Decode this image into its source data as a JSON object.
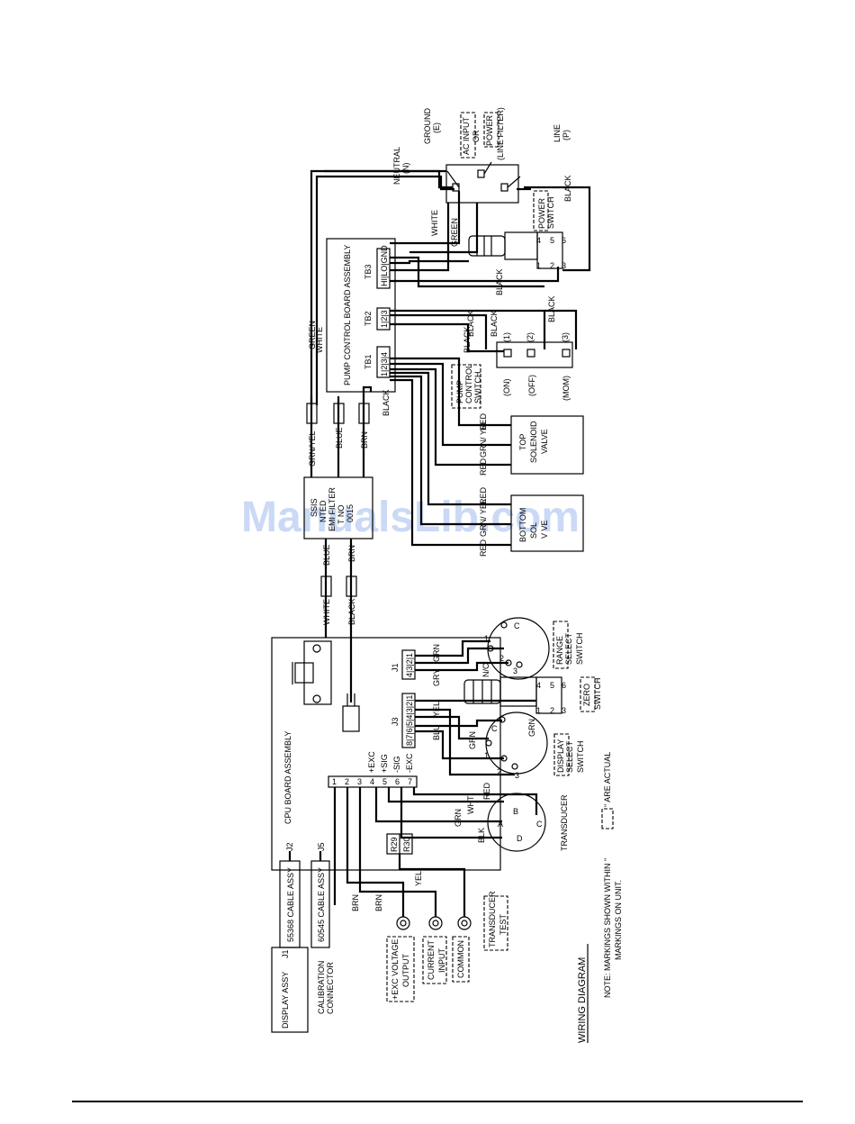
{
  "title": "WIRING DIAGRAM",
  "note": {
    "line1": "NOTE: MARKINGS SHOWN WITHIN \"",
    "line1b": "\" ARE ACTUAL",
    "line2": "MARKINGS ON UNIT."
  },
  "watermark": "ManualsLib.com",
  "pump_board": {
    "title": "PUMP CONTROL BOARD ASSEMBLY",
    "tb1": "TB1",
    "tb1_pins": "1|2|3|4",
    "tb2": "TB2",
    "tb2_pins": "1|2|3",
    "tb3": "TB3",
    "tb3_pins": "HI|LO|GND"
  },
  "cpu_board": {
    "title": "CPU BOARD ASSEMBLY",
    "j1": "J1",
    "j1_pins": "4|3|2|1",
    "j3": "J3",
    "j3_pins": "8|7|6|5|4|3|2|1",
    "j2": "J2",
    "j5": "J5",
    "pins": [
      "1",
      "2",
      "3",
      "4",
      "5",
      "6",
      "7"
    ],
    "exc_labels": [
      "+EXC",
      "+SIG",
      "-SIG",
      "-EXC"
    ],
    "r29": "R29",
    "r30": "R30"
  },
  "ac_input": {
    "neutral": "NEUTRAL",
    "neutral_sym": "(N)",
    "ground": "GROUND",
    "ground_sym": "(E)",
    "label1": "AC INPUT",
    "label2": "OR",
    "label3": "POWER",
    "label4": "(LINE FILTER)",
    "line": "LINE",
    "line_sym": "(P)"
  },
  "power_switch": {
    "label1": "POWER",
    "label2": "SWITCH",
    "pins": [
      "4",
      "5",
      "6",
      "1",
      "2",
      "3"
    ]
  },
  "pump_switch": {
    "label1": "PUMP",
    "label2": "CONTROL",
    "label3": "SWITCH",
    "positions": [
      "(1)",
      "(2)",
      "(3)"
    ],
    "states": [
      "(ON)",
      "(OFF)",
      "(MOM)"
    ]
  },
  "top_valve": {
    "label1": "TOP",
    "label2": "SOLENOID",
    "label3": "VALVE"
  },
  "bottom_valve": {
    "label1": "BOTTOM",
    "label2": "SOL",
    "label3": "V VE"
  },
  "emi_filter": {
    "l1": "SSIS",
    "l2": "NTED",
    "l3": "EMI FILTER",
    "l4": "T NO",
    "l5": "0015"
  },
  "range_switch": {
    "label1": "RANGE",
    "label2": "SELECT",
    "label3": "SWITCH",
    "pins": [
      "C",
      "1",
      "2",
      "3"
    ],
    "nc": "N/C"
  },
  "zero_switch": {
    "label1": "ZERO",
    "label2": "SWITCH",
    "pins": [
      "4",
      "5",
      "6",
      "1",
      "2",
      "3"
    ]
  },
  "display_switch": {
    "label1": "DISPLAY",
    "label2": "SELECT",
    "label3": "SWITCH",
    "pins": [
      "C",
      "1",
      "2",
      "3"
    ]
  },
  "transducer": {
    "label": "TRANSDUCER",
    "pins": [
      "A",
      "B",
      "C",
      "D"
    ]
  },
  "cables": {
    "c1": "55368 CABLE ASSY",
    "c2": "60545 CABLE ASSY"
  },
  "display_assy": {
    "label": "DISPLAY ASSY",
    "j1": "J1"
  },
  "calibration": {
    "l1": "CALIBRATION",
    "l2": "CONNECTOR"
  },
  "jacks": {
    "exc": {
      "l1": "+EXC VOLTAGE",
      "l2": "OUTPUT"
    },
    "current": {
      "l1": "CURRENT",
      "l2": "INPUT"
    },
    "common": "COMMON",
    "transducer_test": {
      "l1": "TRANSDUCER",
      "l2": "TEST"
    }
  },
  "wire_colors": {
    "green": "GREEN",
    "white": "WHITE",
    "black": "BLACK",
    "blue": "BLUE",
    "brn": "BRN",
    "grn_yel": "GRN/YEL",
    "red": "RED",
    "grn_yel2": "GRN/ YEL",
    "grn": "GRN",
    "gry": "GRY",
    "yel": "YEL",
    "blu": "BLU",
    "wht": "WHT",
    "blk": "BLK"
  }
}
